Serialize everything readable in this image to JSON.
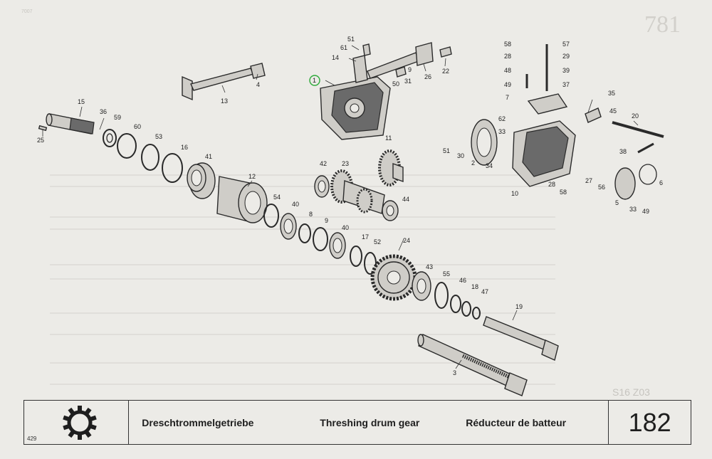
{
  "sheet": {
    "header_ghost_number": "781",
    "header_ghost_small": "7007",
    "footer_ghost_text": "S16 Z03"
  },
  "footer": {
    "page_ref": "429",
    "title_de": "Dreschtrommelgetriebe",
    "title_en": "Threshing drum gear",
    "title_fr": "Réducteur  de batteur",
    "page_number": "182",
    "icon": "gear-icon"
  },
  "callouts": {
    "c1": "1",
    "c2": "2",
    "c3": "3",
    "c4": "4",
    "c5": "5",
    "c6": "6",
    "c7": "7",
    "c8": "8",
    "c9": "9",
    "c9b": "9",
    "c10": "10",
    "c11": "11",
    "c12": "12",
    "c13": "13",
    "c14": "14",
    "c15": "15",
    "c16": "16",
    "c17": "17",
    "c18": "18",
    "c19": "19",
    "c20": "20",
    "c22": "22",
    "c23": "23",
    "c24": "24",
    "c25": "25",
    "c26": "26",
    "c27": "27",
    "c28": "28",
    "c28b": "28",
    "c29": "29",
    "c30": "30",
    "c31": "31",
    "c33": "33",
    "c33b": "33",
    "c34": "34",
    "c35": "35",
    "c36": "36",
    "c37": "37",
    "c38": "38",
    "c39": "39",
    "c40": "40",
    "c40b": "40",
    "c41": "41",
    "c42": "42",
    "c43": "43",
    "c44": "44",
    "c45": "45",
    "c46": "46",
    "c47": "47",
    "c48": "48",
    "c49": "49",
    "c50": "50",
    "c51": "51",
    "c51b": "51",
    "c52": "52",
    "c53": "53",
    "c54": "54",
    "c55": "55",
    "c56": "56",
    "c57": "57",
    "c58": "58",
    "c58b": "58",
    "c59": "59",
    "c60": "60",
    "c61": "61",
    "c62": "62"
  }
}
